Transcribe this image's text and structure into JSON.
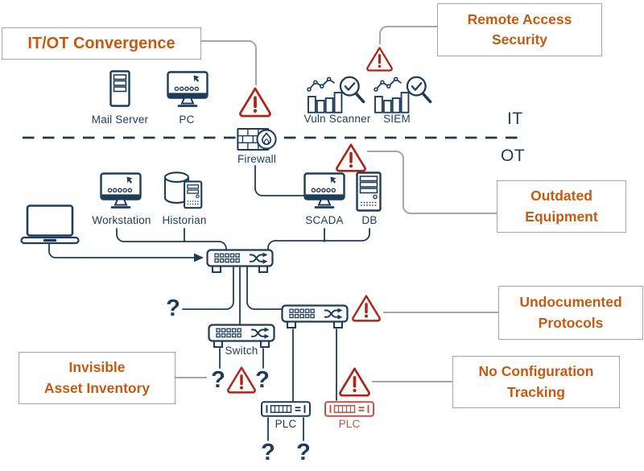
{
  "labels": {
    "mail_server": "Mail Server",
    "pc": "PC",
    "vuln_scanner": "Vuln Scanner",
    "siem": "SIEM",
    "firewall": "Firewall",
    "workstation": "Workstation",
    "historian": "Historian",
    "scada": "SCADA",
    "db": "DB",
    "switch": "Switch",
    "plc_main": "PLC",
    "plc_rogue": "PLC",
    "it_zone": "IT",
    "ot_zone": "OT"
  },
  "annotations": {
    "convergence": {
      "line1": "IT/OT Convergence"
    },
    "remote_access": {
      "line1": "Remote Access",
      "line2": "Security"
    },
    "outdated": {
      "line1": "Outdated",
      "line2": "Equipment"
    },
    "protocols": {
      "line1": "Undocumented",
      "line2": "Protocols"
    },
    "inventory": {
      "line1": "Invisible",
      "line2": "Asset Inventory"
    },
    "config": {
      "line1": "No Configuration",
      "line2": "Tracking"
    }
  },
  "glyphs": {
    "question_mark": "?"
  },
  "colors": {
    "device_navy": "#1d3c5a",
    "warning_red": "#b02418",
    "rogue_plc_red": "#c0504d",
    "annotation_orange": "#c55a11",
    "annotation_gray": "#a6a6a6"
  }
}
